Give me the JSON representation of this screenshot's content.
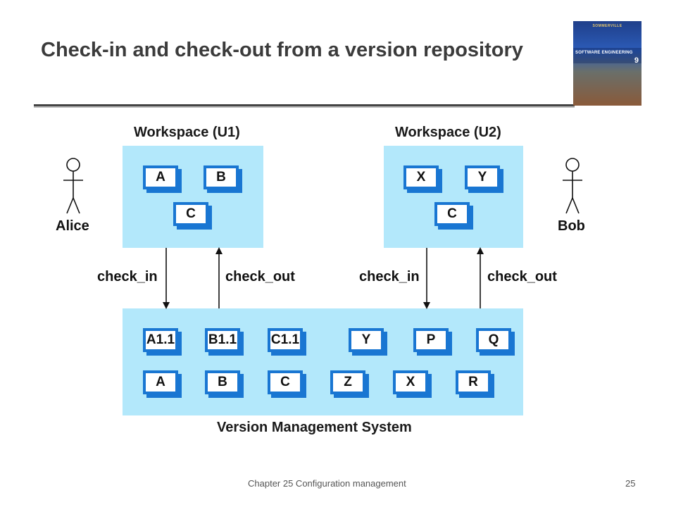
{
  "slide": {
    "title": "Check-in and check-out from a version repository",
    "footer": "Chapter 25 Configuration management",
    "page_number": "25"
  },
  "book_cover": {
    "publisher_mark": "SOMMERVILLE",
    "title": "SOFTWARE ENGINEERING",
    "edition": "9"
  },
  "diagram": {
    "workspace_u1": {
      "label": "Workspace (U1)",
      "components": [
        "A",
        "B",
        "C"
      ]
    },
    "workspace_u2": {
      "label": "Workspace (U2)",
      "components": [
        "X",
        "Y",
        "C"
      ]
    },
    "actors": {
      "alice": "Alice",
      "bob": "Bob"
    },
    "arrows": {
      "u1_check_in": "check_in",
      "u1_check_out": "check_out",
      "u2_check_in": "check_in",
      "u2_check_out": "check_out"
    },
    "vms": {
      "label": "Version Management System",
      "row1": [
        "A1.1",
        "B1.1",
        "C1.1",
        "Y",
        "P",
        "Q"
      ],
      "row2": [
        "A",
        "B",
        "C",
        "Z",
        "X",
        "R"
      ]
    },
    "colors": {
      "panel_fill": "#b3e8fb",
      "box_border": "#1976d2",
      "box_fill": "#ffffff"
    }
  }
}
